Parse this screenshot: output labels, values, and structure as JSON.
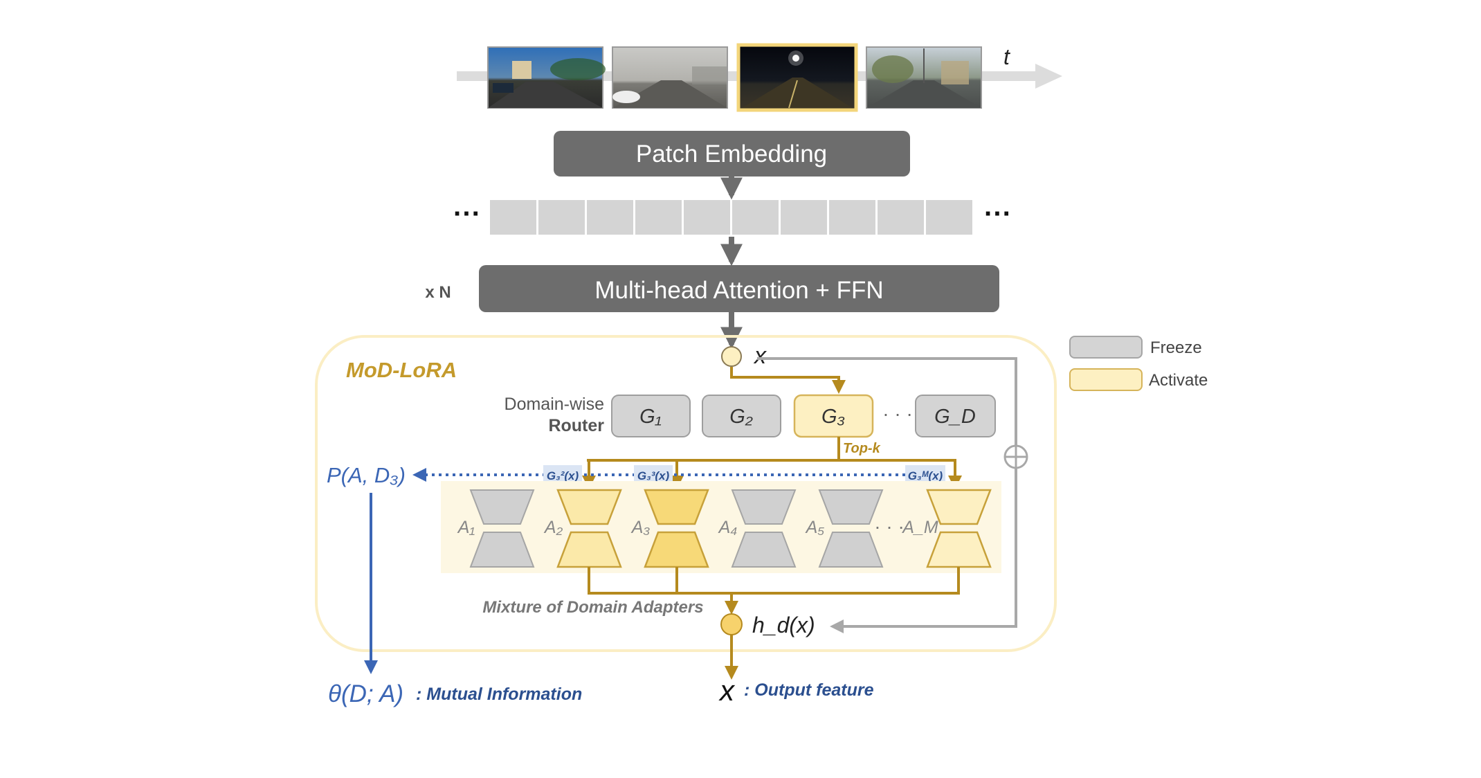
{
  "timeline": {
    "axis_label": "t",
    "frames": [
      {
        "name": "day",
        "highlighted": false
      },
      {
        "name": "fog",
        "highlighted": false
      },
      {
        "name": "night",
        "highlighted": true
      },
      {
        "name": "rain",
        "highlighted": false
      }
    ]
  },
  "backbone": {
    "patch_embedding": "Patch Embedding",
    "token_count": 10,
    "ellipsis": "···",
    "attention": "Multi-head Attention + FFN",
    "repeat": "x N"
  },
  "mod_lora": {
    "title": "MoD-LoRA",
    "input": "x",
    "router_label_top": "Domain-wise",
    "router_label_bottom": "Router",
    "routers": [
      "G₁",
      "G₂",
      "G₃",
      "G_D"
    ],
    "router_dots": "· · ·",
    "topk": "Top-k",
    "gate_labels": [
      "G₃²(x)",
      "G₃³(x)",
      "G₃ᴹ(x)"
    ],
    "adapters": [
      "A₁",
      "A₂",
      "A₃",
      "A₄",
      "A₅",
      "A_M"
    ],
    "adapter_dots": "· · ·",
    "mixture_label": "Mixture of Domain Adapters",
    "output": "h_d(x)",
    "residual_symbol": "⊕"
  },
  "mutual_info": {
    "prob": "P(A, D₃)",
    "theta": "θ(D; A)",
    "theta_caption": ": Mutual Information"
  },
  "output_feature": {
    "symbol": "x",
    "caption": ": Output feature"
  },
  "legend": {
    "freeze": "Freeze",
    "activate": "Activate"
  },
  "colors": {
    "freeze_fill": "#d4d4d4",
    "activate_fill": "#fdf0c2",
    "activate_strong": "#f7d978",
    "gold_line": "#b58a1e",
    "blue": "#3b66b5",
    "dark_box": "#6d6d6d",
    "title_gold": "#c49a2c"
  }
}
